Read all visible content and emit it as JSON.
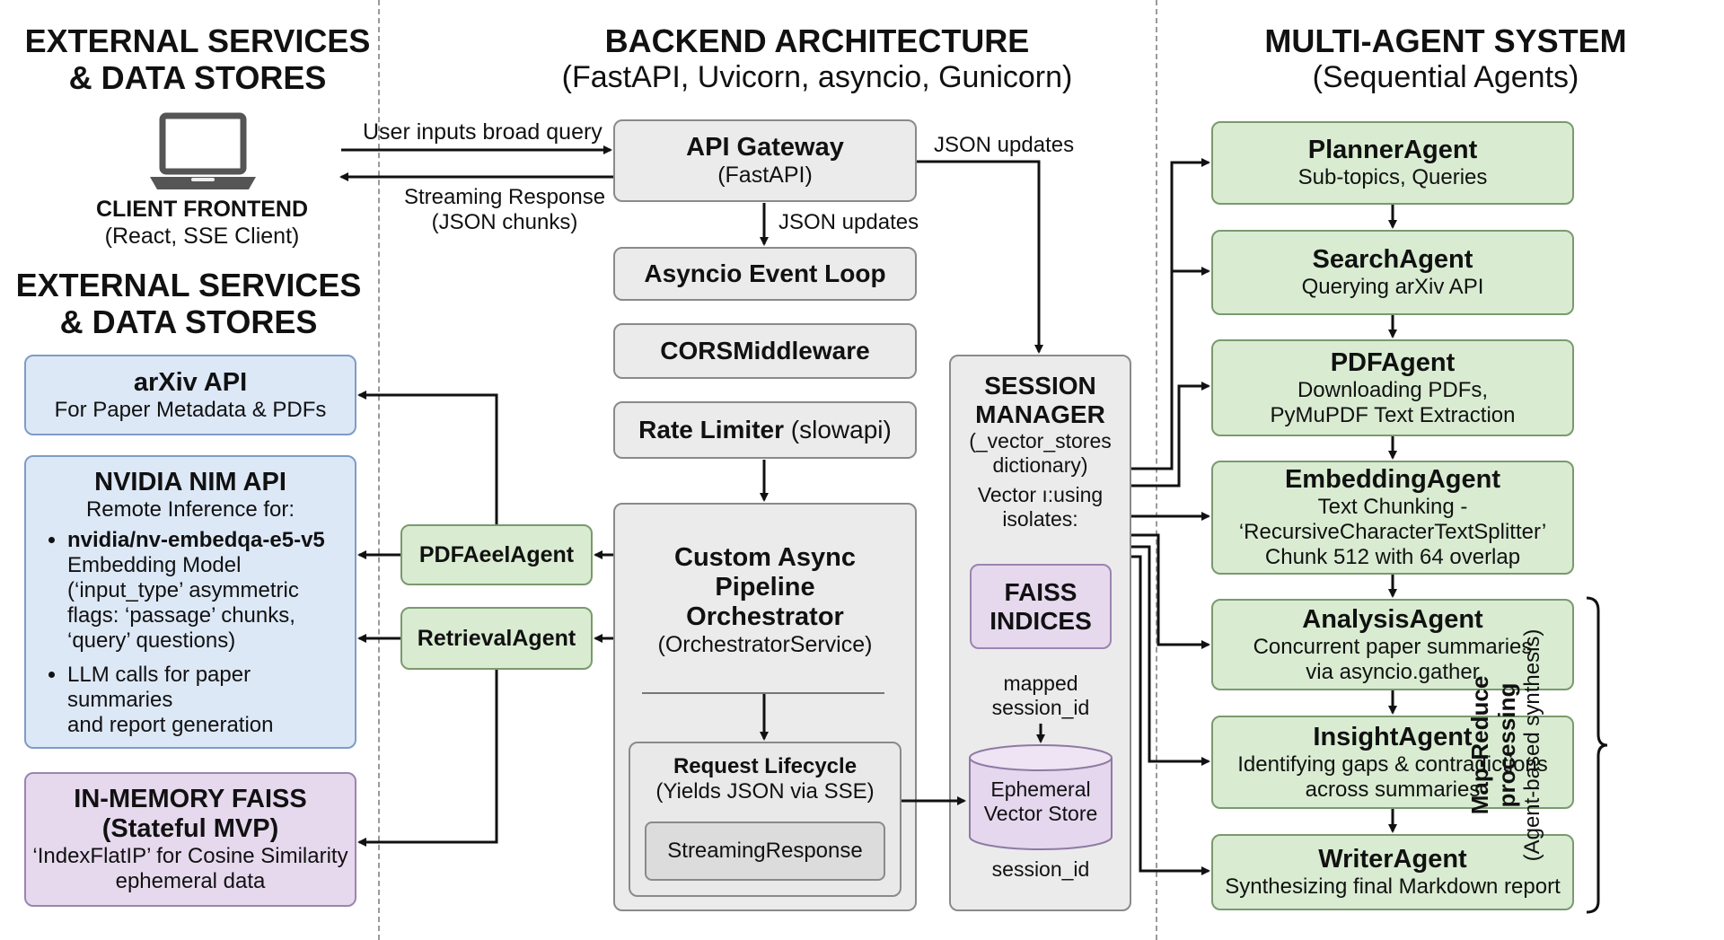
{
  "left": {
    "title_top": [
      "EXTERNAL SERVICES",
      "& DATA STORES"
    ],
    "client": {
      "title": "CLIENT FRONTEND",
      "subtitle": "(React, SSE Client)"
    },
    "title_mid": [
      "EXTERNAL SERVICES",
      "& DATA STORES"
    ],
    "arxiv": {
      "title": "arXiv API",
      "subtitle": "For Paper Metadata & PDFs"
    },
    "nvidia": {
      "title": "NVIDIA NIM API",
      "subtitle": "Remote Inference for:",
      "bullet1_bold": "nvidia/nv-embedqa-e5-v5",
      "bullet1_rest": [
        "Embedding Model",
        "(‘input_type’ asymmetric",
        "flags: ‘passage’ chunks,",
        "‘query’ questions)"
      ],
      "bullet2": [
        "LLM calls for paper summaries",
        "and report generation"
      ]
    },
    "faiss": {
      "title": [
        "IN-MEMORY FAISS",
        "(Stateful MVP)"
      ],
      "subtitle": [
        "‘IndexFlatIP’ for Cosine Similarity",
        "ephemeral data"
      ]
    }
  },
  "center": {
    "title": "BACKEND ARCHITECTURE",
    "subtitle": "(FastAPI, Uvicorn, asyncio, Gunicorn)",
    "gateway": {
      "title": "API Gateway",
      "subtitle": "(FastAPI)"
    },
    "labels": {
      "user_query": "User inputs broad query",
      "streaming": [
        "Streaming Response",
        "(JSON chunks)"
      ],
      "json_updates_down": "JSON updates",
      "json_updates_right": "JSON updates"
    },
    "event_loop": "Asyncio Event Loop",
    "cors": "CORSMiddleware",
    "rate_limiter": {
      "title": "Rate Limiter",
      "suffix": " (slowapi)"
    },
    "pdf_agent": "PDFAeelAgent",
    "retrieval_agent": "RetrievalAgent",
    "orchestrator": {
      "title": [
        "Custom Async",
        "Pipeline",
        "Orchestrator"
      ],
      "subtitle": "(OrchestratorService)"
    },
    "lifecycle": {
      "title": "Request Lifecycle",
      "subtitle": "(Yields JSON via SSE)",
      "streaming": "StreamingResponse"
    },
    "session": {
      "title": [
        "SESSION",
        "MANAGER"
      ],
      "subtitle": [
        "(_vector_stores",
        "dictionary)"
      ],
      "vector_note": [
        "Vector ı:using",
        "isolates:"
      ],
      "faiss_indices": [
        "FAISS",
        "INDICES"
      ],
      "mapped": [
        "mapped",
        "session_id"
      ],
      "ephemeral": [
        "Ephemeral",
        "Vector Store"
      ],
      "session_id": "session_id"
    }
  },
  "right": {
    "title": "MULTI-AGENT SYSTEM",
    "subtitle": "(Sequential Agents)",
    "agents": [
      {
        "name": "PlannerAgent",
        "desc": [
          "Sub-topics, Queries"
        ]
      },
      {
        "name": "SearchAgent",
        "desc": [
          "Querying arXiv API"
        ]
      },
      {
        "name": "PDFAgent",
        "desc": [
          "Downloading PDFs,",
          "PyMuPDF Text Extraction"
        ]
      },
      {
        "name": "EmbeddingAgent",
        "desc": [
          "Text Chunking -",
          "‘RecursiveCharacterTextSplitter’",
          "Chunk 512 with 64 overlap"
        ]
      },
      {
        "name": "AnalysisAgent",
        "desc": [
          "Concurrent paper summaries",
          "via asyncio.gather"
        ]
      },
      {
        "name": "InsightAgent",
        "desc": [
          "Identifying gaps & contradictions",
          "across summaries"
        ]
      },
      {
        "name": "WriterAgent",
        "desc": [
          "Synthesizing final Markdown report"
        ]
      }
    ],
    "map_reduce": {
      "title": [
        "Map-Reduce",
        "processing"
      ],
      "subtitle": "(Agent-based synthesis)"
    }
  }
}
